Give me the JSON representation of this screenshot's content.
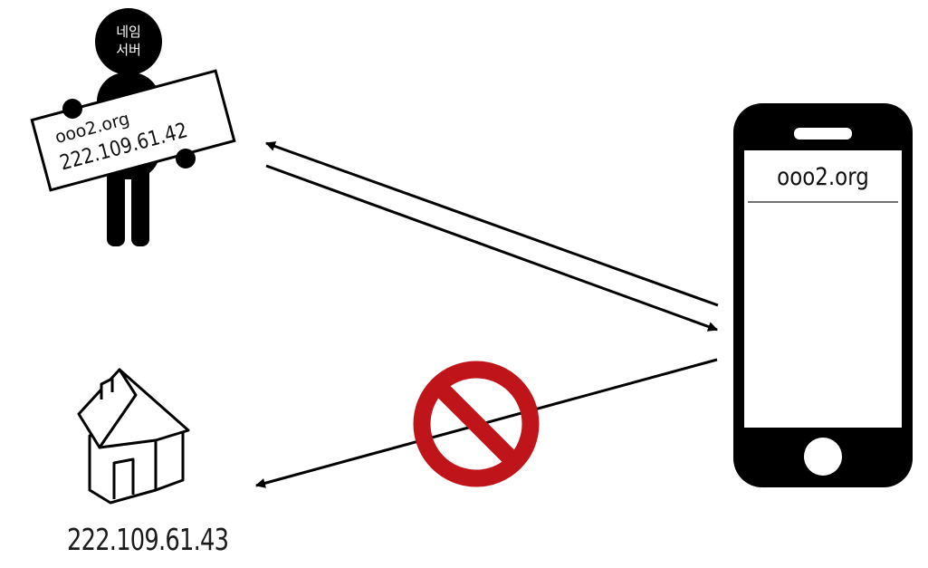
{
  "name_server": {
    "label_line1": "네임",
    "label_line2": "서버",
    "sign_domain": "ooo2.org",
    "sign_ip": "222.109.61.42"
  },
  "phone": {
    "address_bar": "ooo2.org"
  },
  "house": {
    "ip": "222.109.61.43"
  },
  "icons": {
    "name_server": "person-holding-sign-icon",
    "phone": "smartphone-icon",
    "house": "house-icon",
    "blocked": "prohibited-sign-icon"
  },
  "colors": {
    "ink": "#000000",
    "prohibited": "#c0141b",
    "background": "#ffffff"
  }
}
